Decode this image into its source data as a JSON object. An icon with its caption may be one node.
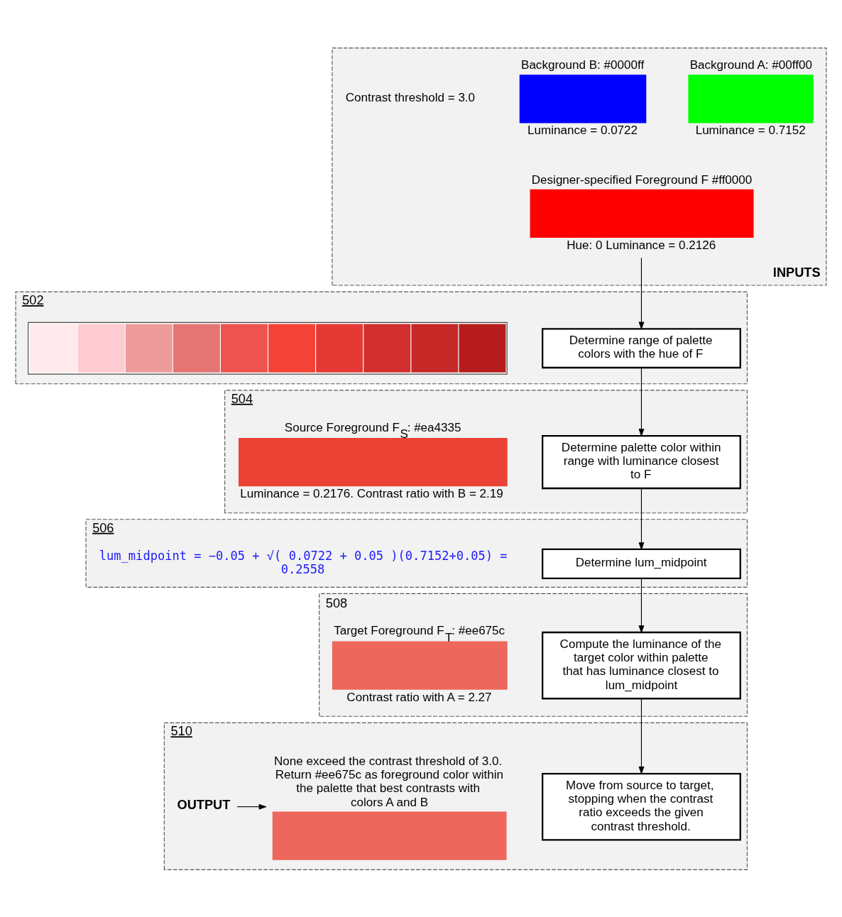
{
  "diagram": {
    "nodes": [
      {
        "text": [
          "INPUTS"
        ]
      },
      {
        "text": [
          "Background A: #00ff00",
          "Luminance = 0.7152"
        ],
        "in": 0
      },
      {
        "text": [
          "Background B: #0000ff",
          "Luminance = 0.0722"
        ],
        "in": 0
      },
      {
        "text": [
          "Designer-specified Foreground F #ff0000",
          "Hue: 0 Luminance = 0.2126"
        ],
        "in": 0
      },
      {
        "text": [
          "502"
        ]
      },
      {
        "text": [
          "Determine range of palette colors with the hue of F"
        ],
        "in": 4
      },
      {
        "text": [],
        "shape": "bar",
        "in": 4
      },
      {
        "text": [
          "504"
        ]
      },
      {
        "text": [
          "Determine palette color within range with luminance closest to F"
        ],
        "in": 7
      },
      {
        "text": [
          "Source Foreground F$_{S}$: #ea4335",
          "Luminance = 0.2176. Contrast ratio with B = 2.19"
        ],
        "in": 7
      },
      {
        "text": [
          "506"
        ]
      },
      {
        "text": [
          "Determine lum_midpoint"
        ],
        "in": 10
      },
      {
        "text": [
          "508"
        ]
      },
      {
        "text": [
          "Compute the luminance of the target color within palette that has luminance closest to lum_midpoint"
        ],
        "in": 12
      },
      {
        "text": [
          "Target Foreground F$_{T}$: #ee675c",
          "Contrast ratio with A = 2.27"
        ],
        "in": 12
      },
      {
        "text": [
          "510"
        ]
      },
      {
        "text": [
          "Move from source to target, stopping when the contrast ratio exceeds the given contrast threshold."
        ],
        "in": 15
      },
      {
        "text": [
          "None exceed the contrast threshold of 3.0. Return #ee675c as foreground color within the palette that best contrasts with colors A and B"
        ],
        "in": 15
      },
      {
        "text": [
          "OUTPUT"
        ],
        "in": 15
      }
    ],
    "edges": [
      {
        "from": 3,
        "to": 5,
        "arrow": "to"
      },
      {
        "from": 5,
        "to": 8,
        "arrow": "to"
      },
      {
        "from": 8,
        "to": 11,
        "arrow": "to"
      },
      {
        "from": 11,
        "to": 13,
        "arrow": "to"
      },
      {
        "from": 13,
        "to": 16,
        "arrow": "to"
      },
      {
        "from": 18,
        "to": 17,
        "arrow": "to"
      }
    ],
    "labels": [
      "Contrast threshold = 3.0",
      "lum_midpoint = −0.05 + √( 0.0722 + 0.05 )(0.7152+0.05) = 0.2558"
    ]
  }
}
